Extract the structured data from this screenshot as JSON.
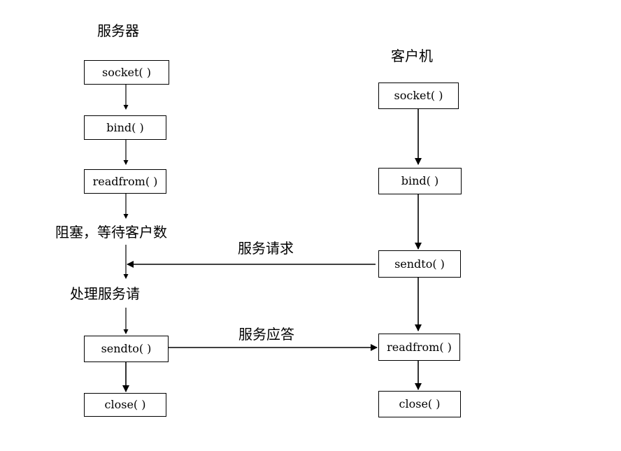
{
  "server": {
    "title": "服务器",
    "steps": [
      "socket( )",
      "bind( )",
      "readfrom( )",
      "sendto( )",
      "close( )"
    ],
    "blocked_label": "阻塞，等待客户数",
    "process_label": "处理服务请"
  },
  "client": {
    "title": "客户机",
    "steps": [
      "socket( )",
      "bind( )",
      "sendto( )",
      "readfrom( )",
      "close( )"
    ]
  },
  "messages": {
    "request": "服务请求",
    "response": "服务应答"
  }
}
